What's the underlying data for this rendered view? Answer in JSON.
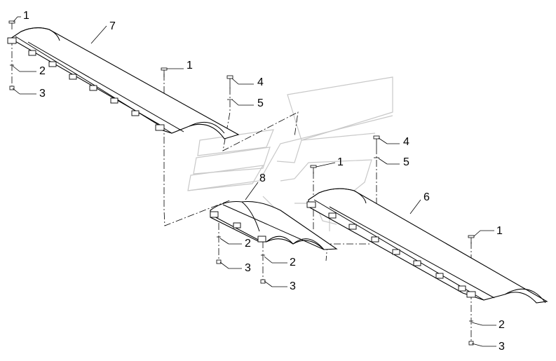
{
  "callouts": {
    "c1a": "1",
    "c2a": "2",
    "c3a": "3",
    "c7": "7",
    "c1b": "1",
    "c4a": "4",
    "c5a": "5",
    "c4b": "4",
    "c5b": "5",
    "c1c": "1",
    "c8": "8",
    "c2b": "2",
    "c3b": "3",
    "c2c": "2",
    "c3c": "3",
    "c6": "6",
    "c1d": "1",
    "c2d": "2",
    "c3d": "3"
  }
}
